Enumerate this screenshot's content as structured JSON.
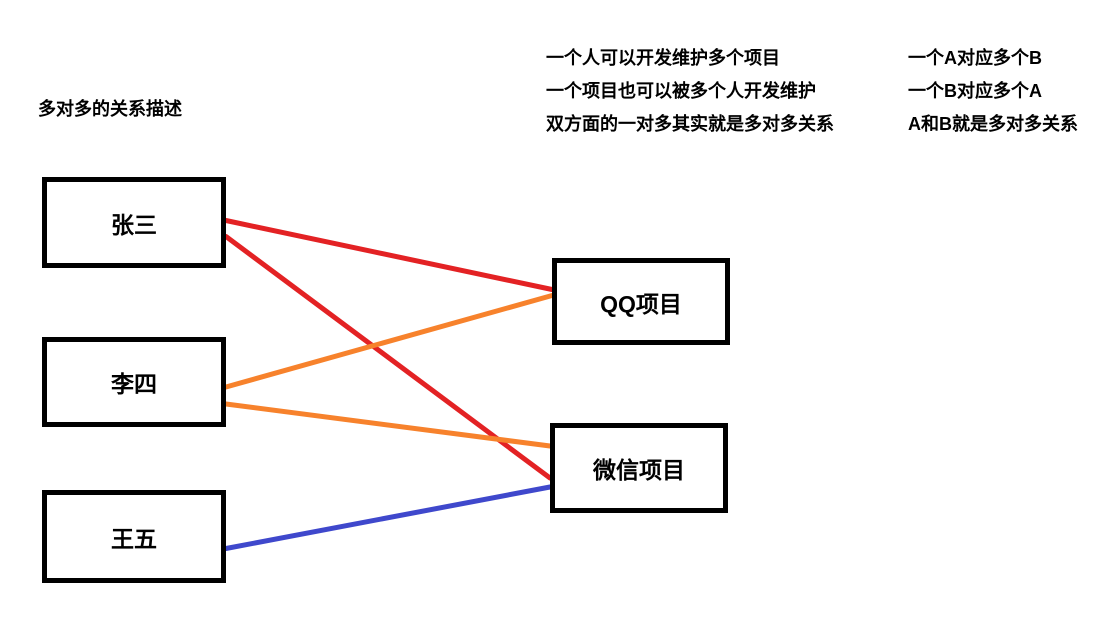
{
  "title": "多对多的关系描述",
  "notes_middle": {
    "lines": [
      "一个人可以开发维护多个项目",
      "一个项目也可以被多个人开发维护",
      "双方面的一对多其实就是多对多关系"
    ]
  },
  "notes_right": {
    "lines": [
      "一个A对应多个B",
      "一个B对应多个A",
      "A和B就是多对多关系"
    ]
  },
  "entities": {
    "left": [
      {
        "id": "zhangsan",
        "label": "张三"
      },
      {
        "id": "lisi",
        "label": "李四"
      },
      {
        "id": "wangwu",
        "label": "王五"
      }
    ],
    "right": [
      {
        "id": "qq",
        "label": "QQ项目"
      },
      {
        "id": "weixin",
        "label": "微信项目"
      }
    ]
  },
  "connections": [
    {
      "from": "zhangsan",
      "to": "qq",
      "color": "#e32224",
      "from_dy": -2,
      "to_dy": -12
    },
    {
      "from": "zhangsan",
      "to": "weixin",
      "color": "#e32224",
      "from_dy": 14,
      "to_dy": 10
    },
    {
      "from": "lisi",
      "to": "qq",
      "color": "#f7822c",
      "from_dy": 5,
      "to_dy": -6
    },
    {
      "from": "lisi",
      "to": "weixin",
      "color": "#f7822c",
      "from_dy": 22,
      "to_dy": -22
    },
    {
      "from": "wangwu",
      "to": "weixin",
      "color": "#3f48cc",
      "from_dy": 12,
      "to_dy": 19
    }
  ],
  "colors": {
    "red": "#e32224",
    "orange": "#f7822c",
    "blue": "#3f48cc",
    "box_border": "#000000",
    "background": "#ffffff"
  }
}
